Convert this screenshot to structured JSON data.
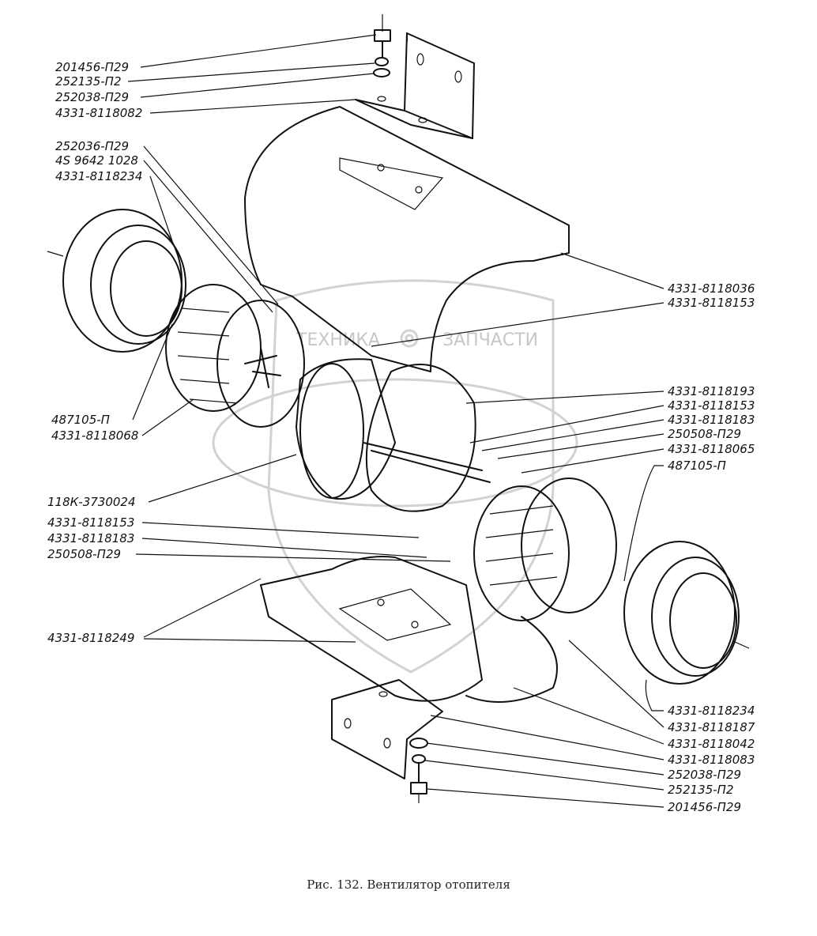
{
  "watermark": {
    "left_text": "ТЕХНИКА",
    "right_text": "ЗАПЧАСТИ",
    "gear_icon": "gear-icon",
    "logo_icon": "shield-logo-icon"
  },
  "labels_left": [
    "201456-П29",
    "252135-П2",
    "252038-П29",
    "4331-8118082",
    "252036-П29",
    "4S 9642 1028",
    "4331-8118234",
    "487105-П",
    "4331-8118068",
    "118К-3730024",
    "4331-8118153",
    "4331-8118183",
    "250508-П29",
    "4331-8118249"
  ],
  "labels_right": [
    "4331-8118036",
    "4331-8118153",
    "4331-8118193",
    "4331-8118153",
    "4331-8118183",
    "250508-П29",
    "4331-8118065",
    "487105-П",
    "4331-8118234",
    "4331-8118187",
    "4331-8118042",
    "4331-8118083",
    "252038-П29",
    "252135-П2",
    "201456-П29"
  ],
  "caption": "Рис. 132. Вентилятор отопителя"
}
